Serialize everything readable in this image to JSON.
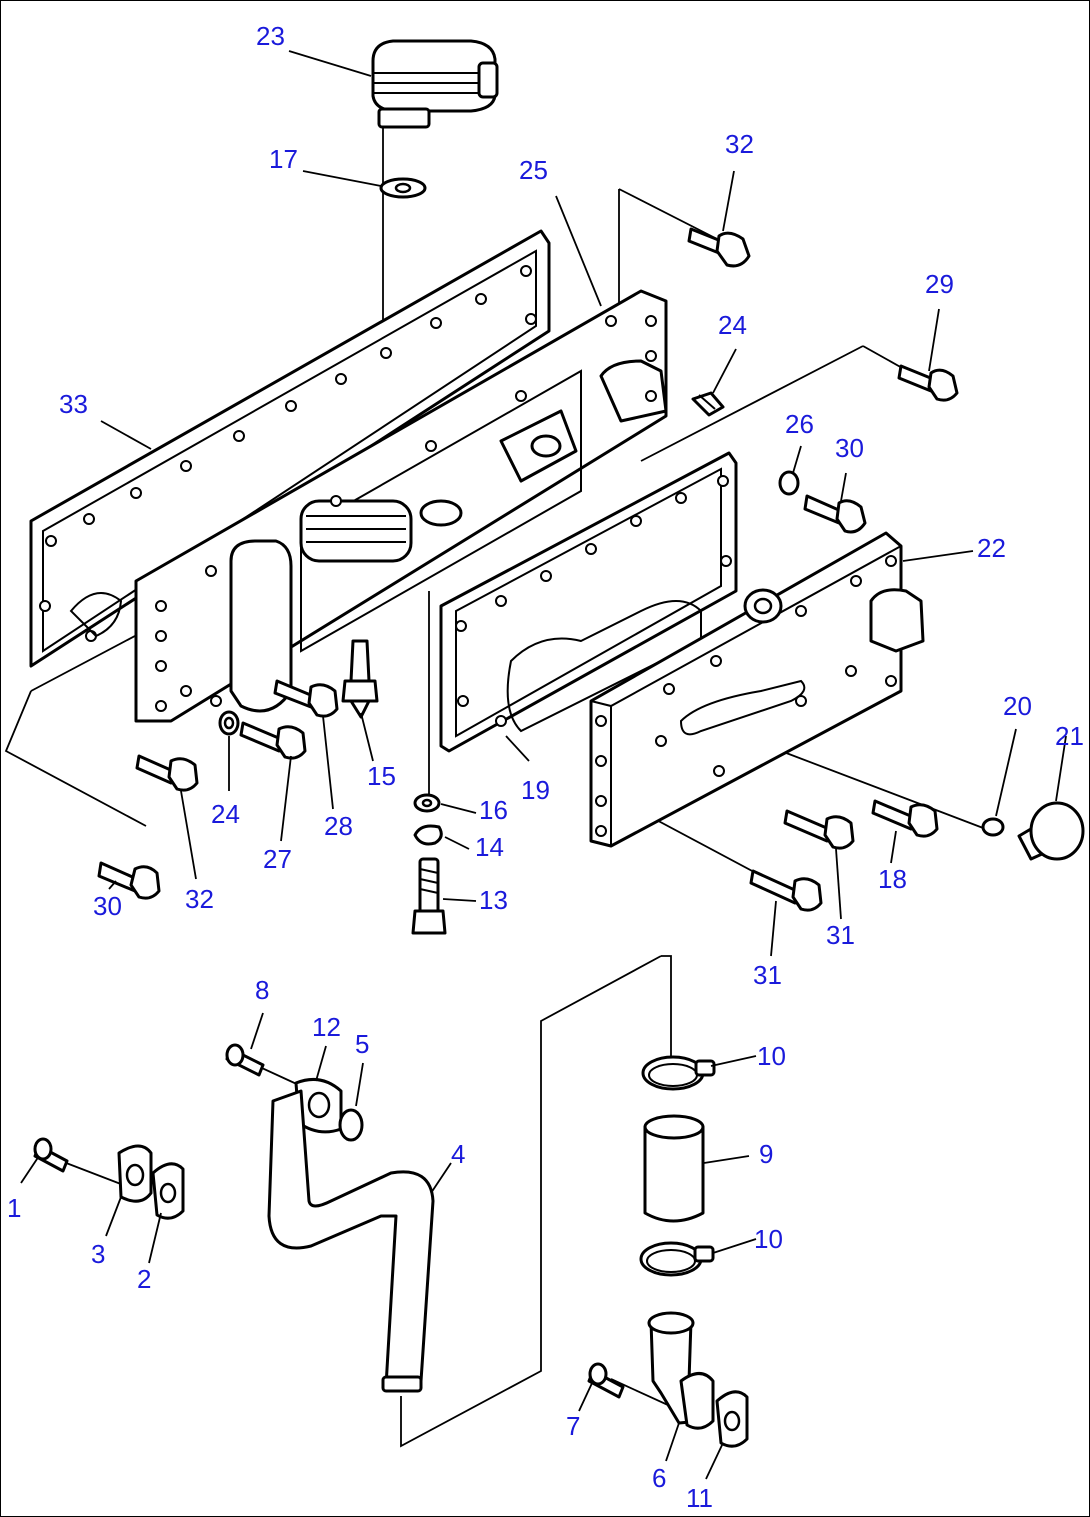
{
  "colors": {
    "callout": "#1a1adb",
    "line": "#000000",
    "background": "#ffffff"
  },
  "callouts": {
    "c1": "1",
    "c2": "2",
    "c3": "3",
    "c4": "4",
    "c5": "5",
    "c6": "6",
    "c7": "7",
    "c8": "8",
    "c9": "9",
    "c10a": "10",
    "c10b": "10",
    "c11": "11",
    "c12": "12",
    "c13": "13",
    "c14": "14",
    "c15": "15",
    "c16": "16",
    "c17": "17",
    "c18": "18",
    "c19": "19",
    "c20": "20",
    "c21": "21",
    "c22": "22",
    "c23": "23",
    "c24a": "24",
    "c24b": "24",
    "c25": "25",
    "c26": "26",
    "c27": "27",
    "c28": "28",
    "c29": "29",
    "c30a": "30",
    "c30b": "30",
    "c31a": "31",
    "c31b": "31",
    "c32a": "32",
    "c32b": "32",
    "c33": "33"
  }
}
